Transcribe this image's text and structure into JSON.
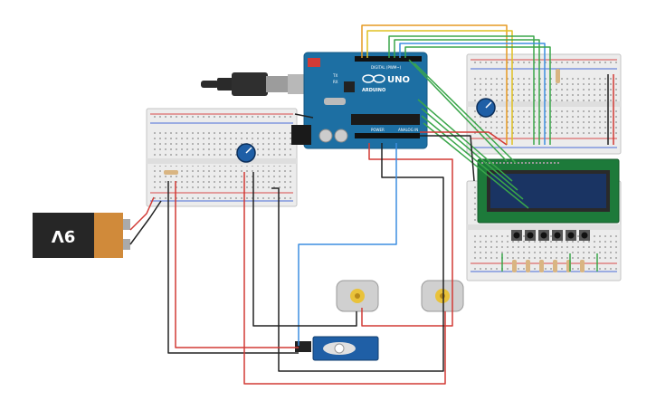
{
  "battery": {
    "label": "9V"
  },
  "arduino": {
    "brand": "ARDUINO",
    "model": "UNO",
    "tx_label": "TX",
    "rx_label": "RX",
    "power_label": "POWER",
    "analog_label": "ANALOG IN",
    "digital_label": "DIGITAL (PWM~)"
  },
  "colors": {
    "board": "#1d6fa3",
    "breadboard": "#ebebeb",
    "lcd_frame": "#1d7a3a",
    "lcd_screen": "#1a3463",
    "battery_body": "#262626",
    "battery_cap": "#d08a3a",
    "wire_red": "#d23a35",
    "wire_black": "#222222",
    "wire_green": "#3aa64a",
    "wire_blue": "#3d8ee0",
    "wire_orange": "#e69a22",
    "wire_yellow": "#e0c020",
    "servo_body": "#1f5fa6"
  }
}
